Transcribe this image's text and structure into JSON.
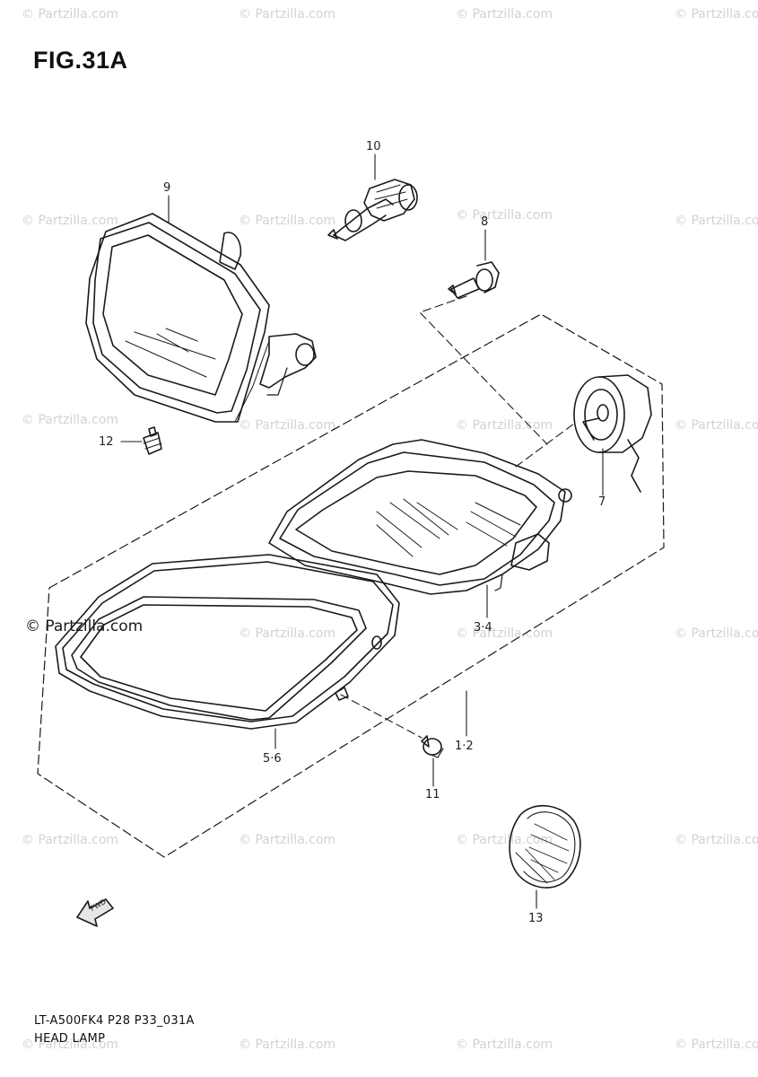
{
  "figure": {
    "title": "FIG.31A",
    "model_code": "LT-A500FK4 P28 P33_031A",
    "section_name": "HEAD LAMP"
  },
  "watermark": {
    "text": "© Partzilla.com",
    "text_small": "© Partzilla.com"
  },
  "callouts": {
    "p1_2": "1·2",
    "p3_4": "3·4",
    "p5_6": "5·6",
    "p7": "7",
    "p8": "8",
    "p9": "9",
    "p10": "10",
    "p11": "11",
    "p12": "12",
    "p13": "13"
  },
  "fwd_label": "FWD",
  "colors": {
    "line": "#1a1a1a",
    "watermark": "#d2d2d2",
    "background": "#ffffff"
  }
}
